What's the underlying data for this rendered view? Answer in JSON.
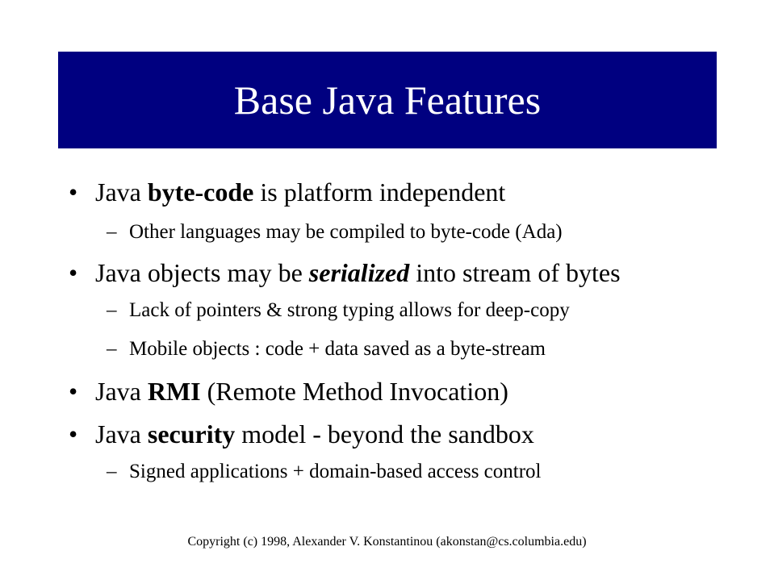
{
  "slide": {
    "title": "Base Java Features",
    "bullet_marker": "•",
    "sub_marker": "–",
    "lines": [
      {
        "segments": [
          {
            "text": "Java "
          },
          {
            "text": "byte-code"
          },
          {
            "text": " is platform independent"
          }
        ]
      },
      {
        "segments": [
          {
            "text": "Other languages may be compiled to byte-code (Ada)"
          }
        ]
      },
      {
        "segments": [
          {
            "text": "Java objects may be "
          },
          {
            "text": "serialized"
          },
          {
            "text": " into stream of bytes"
          }
        ]
      },
      {
        "segments": [
          {
            "text": "Lack of pointers & strong typing allows for deep-copy"
          }
        ]
      },
      {
        "segments": [
          {
            "text": "Mobile objects : code + data saved as a byte-stream"
          }
        ]
      },
      {
        "segments": [
          {
            "text": "Java "
          },
          {
            "text": "RMI"
          },
          {
            "text": " (Remote Method Invocation)"
          }
        ]
      },
      {
        "segments": [
          {
            "text": "Java "
          },
          {
            "text": "security"
          },
          {
            "text": " model - beyond the sandbox"
          }
        ]
      },
      {
        "segments": [
          {
            "text": "Signed applications + domain-based access control"
          }
        ]
      }
    ],
    "footer": "Copyright (c) 1998, Alexander V. Konstantinou (akonstan@cs.columbia.edu)",
    "colors": {
      "title_band": "#000080",
      "title_text": "#ffffff"
    }
  }
}
